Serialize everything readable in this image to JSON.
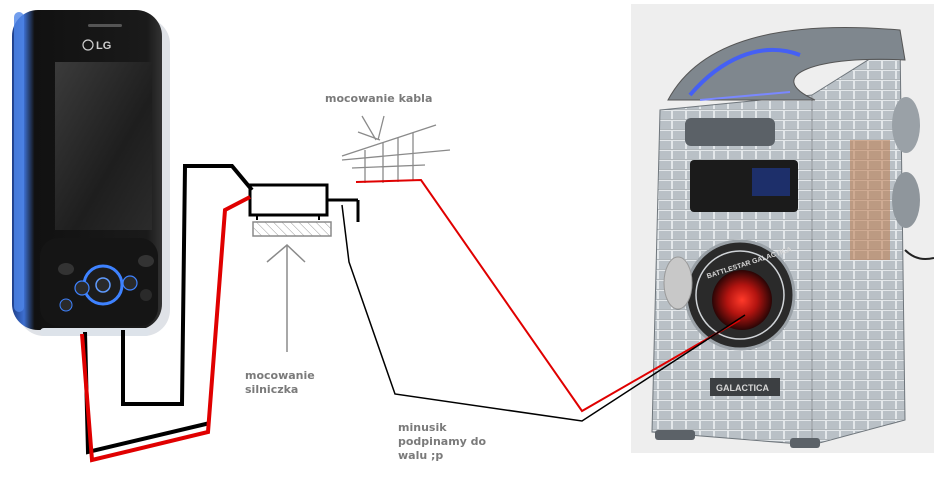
{
  "phone": {
    "brand_logo": "LG"
  },
  "labels": {
    "cable_mount": "mocowanie kabla",
    "motor_mount": "mocowanie\nsilniczka",
    "minus_note": "minusik\npodpinamy do\nwalu ;p"
  },
  "pc_case": {
    "badge_text": "BATTLESTAR GALACTICA",
    "front_plate_text": "GALACTICA"
  },
  "colors": {
    "wire_black": "#000000",
    "wire_red": "#e00000",
    "sketch_gray": "#8a8a8a",
    "label_gray": "#7a7a7a"
  }
}
